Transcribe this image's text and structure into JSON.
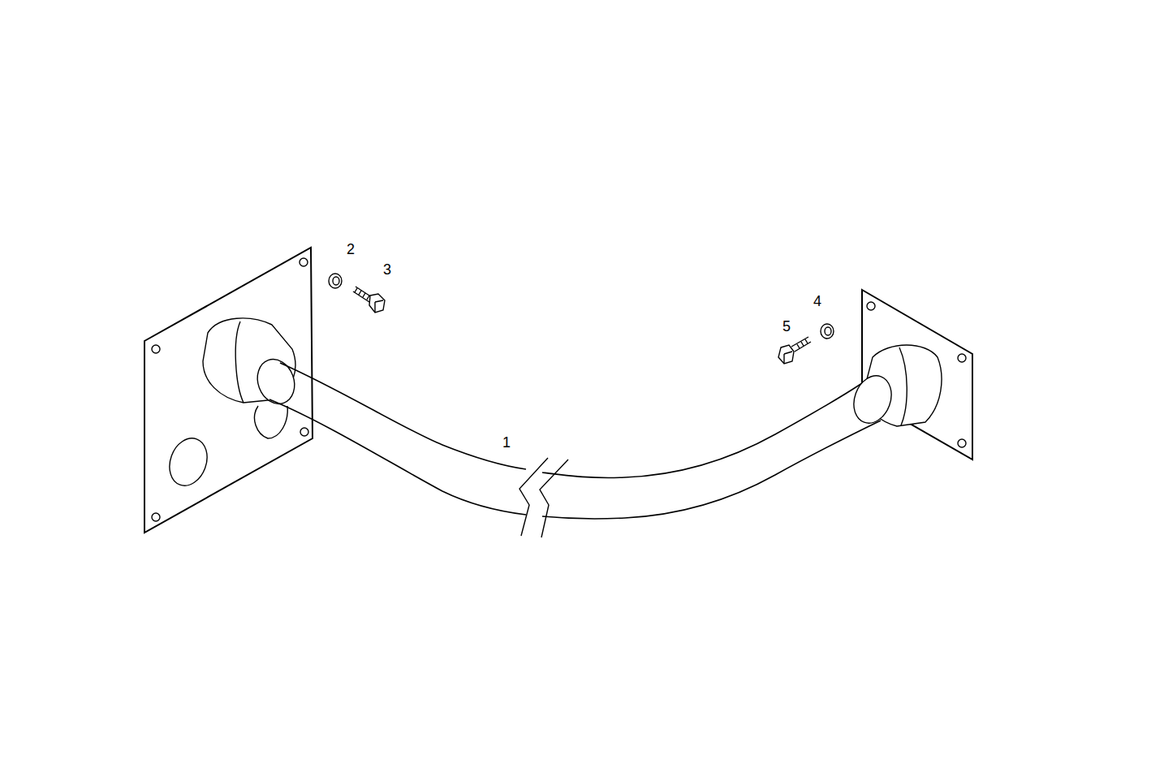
{
  "diagram": {
    "labels": [
      "2",
      "3",
      "4",
      "5",
      "1"
    ]
  }
}
